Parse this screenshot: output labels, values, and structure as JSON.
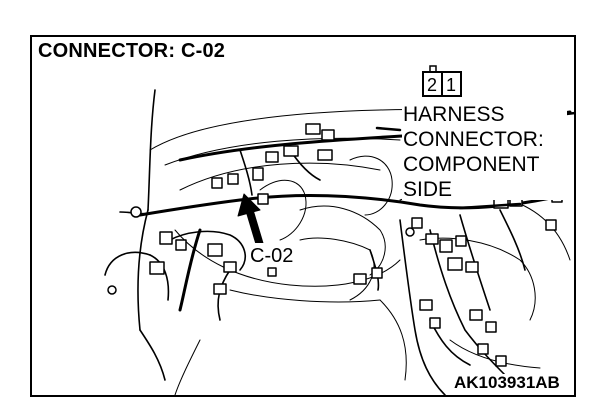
{
  "title": "CONNECTOR: C-02",
  "pin_numbers": [
    "2",
    "1"
  ],
  "harness_label_lines": [
    "HARNESS",
    "CONNECTOR:",
    "COMPONENT",
    "SIDE"
  ],
  "connector_callout": "C-02",
  "figure_code": "AK103931AB",
  "colors": {
    "line": "#000000",
    "background": "#ffffff"
  }
}
